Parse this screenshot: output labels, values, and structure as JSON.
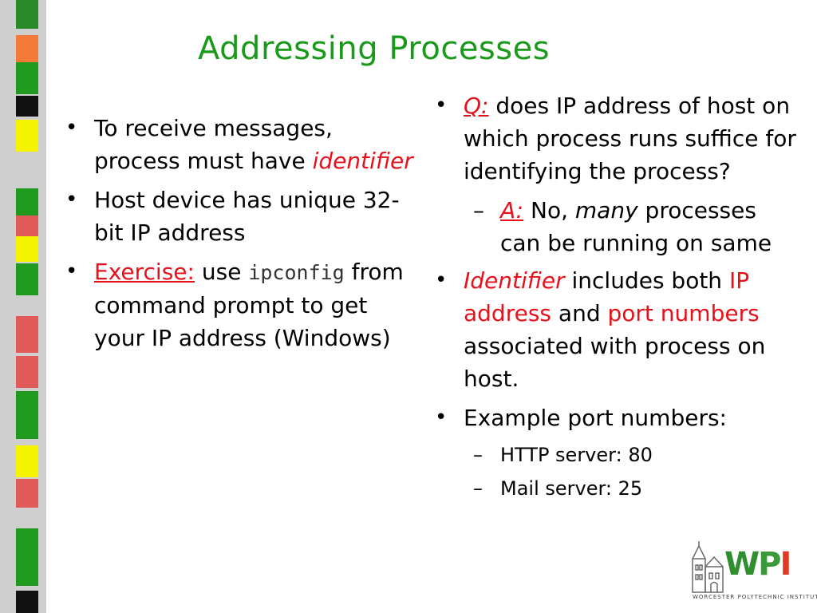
{
  "slide": {
    "title": "Addressing Processes",
    "left_bullets": {
      "b1": {
        "text": "To receive messages, process  must have ",
        "em": "identifier"
      },
      "b2": {
        "text": "Host device has unique 32-bit IP address"
      },
      "b3": {
        "label": "Exercise:",
        "text1": " use ",
        "code": "ipconfig",
        "text2": " from command prompt to get your IP address (Windows)"
      }
    },
    "right_bullets": {
      "b1": {
        "label": "Q:",
        "text": " does  IP address of host on which process runs suffice for identifying the process?"
      },
      "b1_sub": {
        "label": "A:",
        "text1": " No, ",
        "em": "many",
        "text2": " processes can be running on same"
      },
      "b2": {
        "em": "Identifier",
        "t1": " includes both ",
        "r1": "IP address",
        "t2": " and ",
        "r2": "port numbers",
        "t3": " associated with process on host."
      },
      "b3": {
        "text": "Example port numbers:"
      },
      "b3_subs": [
        "HTTP server: 80",
        "Mail server: 25"
      ]
    },
    "logo": {
      "text_w": "W",
      "text_p": "P",
      "text_i": "I",
      "subtitle": "WORCESTER POLYTECHNIC INSTITUTE"
    },
    "colors": {
      "title": "#1a9a1a",
      "emphasis": "#e8101a",
      "strip": "#cfcfcf"
    }
  }
}
